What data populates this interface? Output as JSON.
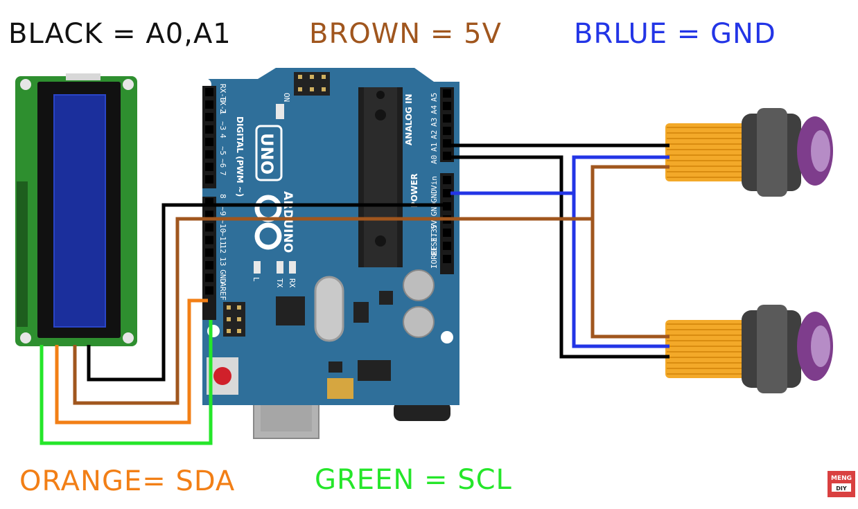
{
  "legend": {
    "black": "BLACK = A0,A1",
    "brown": "BROWN = 5V",
    "blue": "BRLUE = GND",
    "orange": "ORANGE= SDA",
    "green": "GREEN = SCL"
  },
  "colors": {
    "black_wire": "#000000",
    "brown_wire": "#a0561e",
    "blue_wire": "#2335e6",
    "orange_wire": "#f27f16",
    "green_wire": "#25e62a",
    "board": "#2f6f9a",
    "lcd_pcb": "#2e8f2f",
    "lcd_screen": "#1b2f9c",
    "sensor_body": "#f3a929"
  },
  "arduino": {
    "brand": "ARDUINO",
    "model": "UNO",
    "digital_label": "DIGITAL (PWM ~)",
    "analog_label": "ANALOG IN",
    "power_label": "POWER",
    "on_label": "ON",
    "digital_pins": [
      "RX-0",
      "TX-1",
      "2",
      "~3",
      "4",
      "~5",
      "~6",
      "7",
      "8",
      "~9",
      "~10",
      "~11",
      "12",
      "13",
      "GND",
      "AREF"
    ],
    "analog_pins": [
      "A5",
      "A4",
      "A3",
      "A2",
      "A1",
      "A0"
    ],
    "power_pins": [
      "Vin",
      "GND",
      "GND",
      "5V",
      "3.3V",
      "RESET",
      "IOREF"
    ],
    "led_labels": [
      "L",
      "TX",
      "RX"
    ]
  },
  "logo": {
    "top": "MENG",
    "bottom": "DIY"
  }
}
